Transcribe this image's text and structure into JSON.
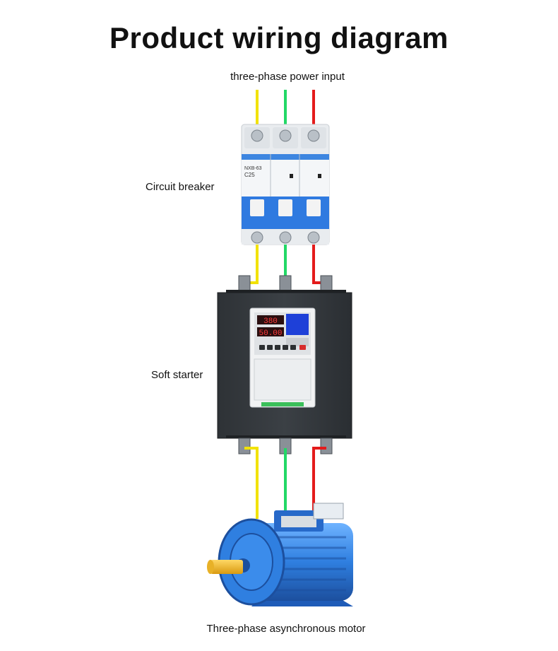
{
  "title": "Product wiring diagram",
  "labels": {
    "power_input": "three-phase power input",
    "circuit_breaker": "Circuit breaker",
    "soft_starter": "Soft starter",
    "motor": "Three-phase asynchronous motor"
  },
  "breaker": {
    "model": "NXB-63",
    "rating": "C25"
  },
  "soft_starter_display": {
    "voltage": "380",
    "frequency": "50.00"
  },
  "wire_colors": {
    "phase_1": "#f2e200",
    "phase_2": "#22d866",
    "phase_3": "#e41b1b"
  }
}
